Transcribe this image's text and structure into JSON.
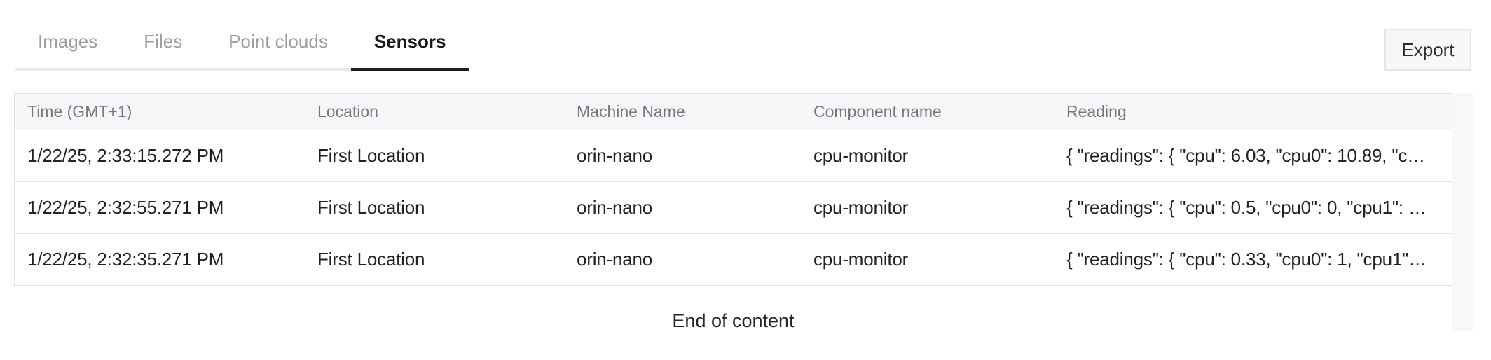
{
  "tabs": {
    "items": [
      {
        "label": "Images",
        "active": false
      },
      {
        "label": "Files",
        "active": false
      },
      {
        "label": "Point clouds",
        "active": false
      },
      {
        "label": "Sensors",
        "active": true
      }
    ]
  },
  "toolbar": {
    "export_label": "Export"
  },
  "table": {
    "columns": [
      "Time (GMT+1)",
      "Location",
      "Machine Name",
      "Component name",
      "Reading"
    ],
    "rows": [
      {
        "time": "1/22/25, 2:33:15.272 PM",
        "location": "First Location",
        "machine_name": "orin-nano",
        "component_name": "cpu-monitor",
        "reading": "{ \"readings\": { \"cpu\": 6.03, \"cpu0\": 10.89, \"c…"
      },
      {
        "time": "1/22/25, 2:32:55.271 PM",
        "location": "First Location",
        "machine_name": "orin-nano",
        "component_name": "cpu-monitor",
        "reading": "{ \"readings\": { \"cpu\": 0.5, \"cpu0\": 0, \"cpu1\": …"
      },
      {
        "time": "1/22/25, 2:32:35.271 PM",
        "location": "First Location",
        "machine_name": "orin-nano",
        "component_name": "cpu-monitor",
        "reading": "{ \"readings\": { \"cpu\": 0.33, \"cpu0\": 1, \"cpu1\"…"
      }
    ],
    "footer": "End of content"
  },
  "colors": {
    "active_tab_text": "#17191c",
    "inactive_tab_text": "#9a9da1",
    "active_tab_underline": "#1d1e1f",
    "inactive_tab_underline": "#e9e9ea",
    "header_bg": "#f5f6f7",
    "header_text": "#75787d",
    "body_text": "#1f2226",
    "table_border": "#e0e2e6",
    "export_bg": "#f7f7f7",
    "export_border": "#e5e5e6"
  }
}
